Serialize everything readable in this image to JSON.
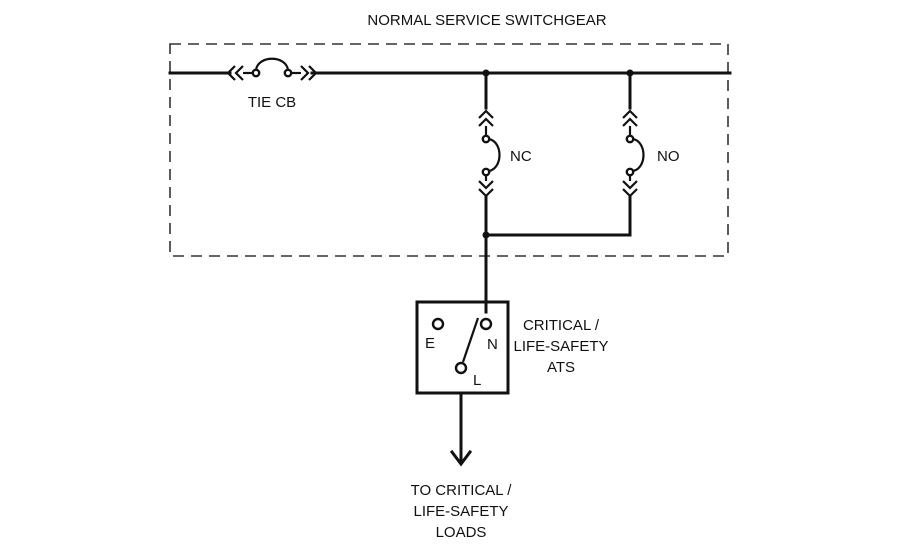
{
  "diagram": {
    "title": "NORMAL SERVICE SWITCHGEAR",
    "tie_cb_label": "TIE CB",
    "breaker_nc_label": "NC",
    "breaker_no_label": "NO",
    "ats": {
      "label_line1": "CRITICAL /",
      "label_line2": "LIFE-SAFETY",
      "label_line3": "ATS",
      "terminal_e": "E",
      "terminal_n": "N",
      "terminal_l": "L"
    },
    "output": {
      "line1": "TO CRITICAL /",
      "line2": "LIFE-SAFETY",
      "line3": "LOADS"
    }
  }
}
